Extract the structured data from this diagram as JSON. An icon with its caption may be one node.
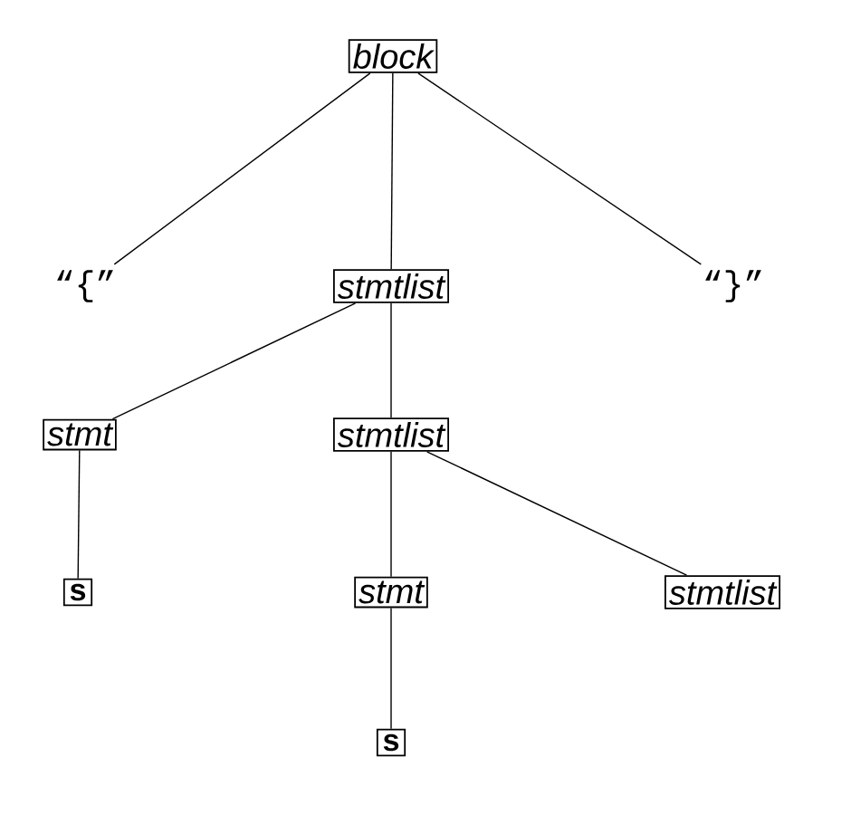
{
  "diagram": {
    "nodes": [
      {
        "text": [
          "block"
        ]
      },
      {
        "text": [
          "“{”"
        ]
      },
      {
        "text": [
          "stmtlist"
        ]
      },
      {
        "text": [
          "“}”"
        ]
      },
      {
        "text": [
          "stmt"
        ]
      },
      {
        "text": [
          "stmtlist"
        ]
      },
      {
        "text": [
          "s"
        ]
      },
      {
        "text": [
          "stmt"
        ]
      },
      {
        "text": [
          "stmtlist"
        ]
      },
      {
        "text": [
          "s"
        ]
      }
    ],
    "edges": [
      {
        "from": 0,
        "to": 1,
        "arrow": "none"
      },
      {
        "from": 0,
        "to": 2,
        "arrow": "none"
      },
      {
        "from": 0,
        "to": 3,
        "arrow": "none"
      },
      {
        "from": 2,
        "to": 4,
        "arrow": "none"
      },
      {
        "from": 2,
        "to": 5,
        "arrow": "none"
      },
      {
        "from": 4,
        "to": 6,
        "arrow": "none"
      },
      {
        "from": 5,
        "to": 7,
        "arrow": "none"
      },
      {
        "from": 5,
        "to": 8,
        "arrow": "none"
      },
      {
        "from": 7,
        "to": 9,
        "arrow": "none"
      }
    ]
  }
}
